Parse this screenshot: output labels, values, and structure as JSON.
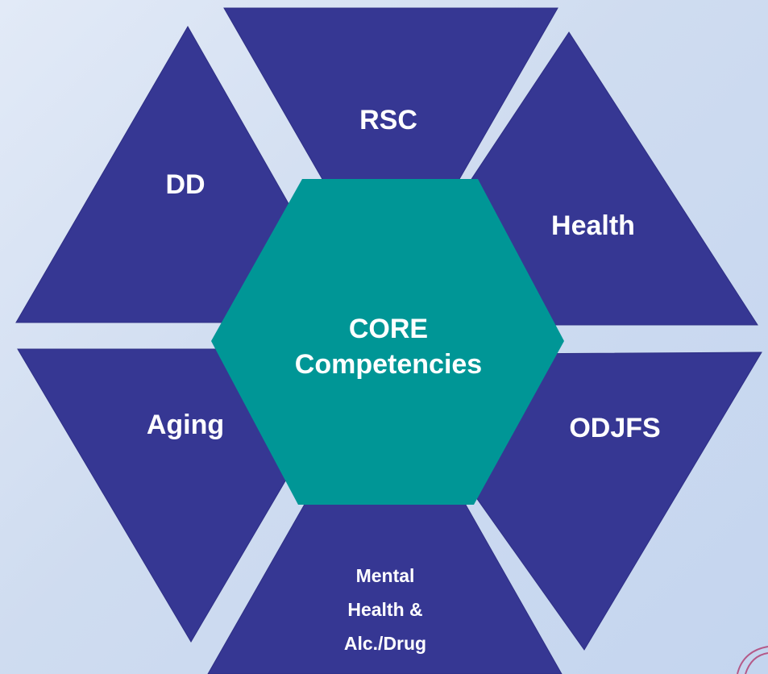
{
  "diagram": {
    "center": {
      "line1": "CORE",
      "line2": "Competencies"
    },
    "segments": {
      "top": "RSC",
      "upper_left": "DD",
      "upper_right": "Health",
      "lower_left": "Aging",
      "lower_right": "ODJFS",
      "bottom": {
        "line1": "Mental",
        "line2": "Health &",
        "line3": "Alc./Drug"
      }
    },
    "colors": {
      "segment_fill": "#363793",
      "center_fill": "#009696",
      "label_text": "#ffffff",
      "background": "#d6e2f3"
    }
  }
}
